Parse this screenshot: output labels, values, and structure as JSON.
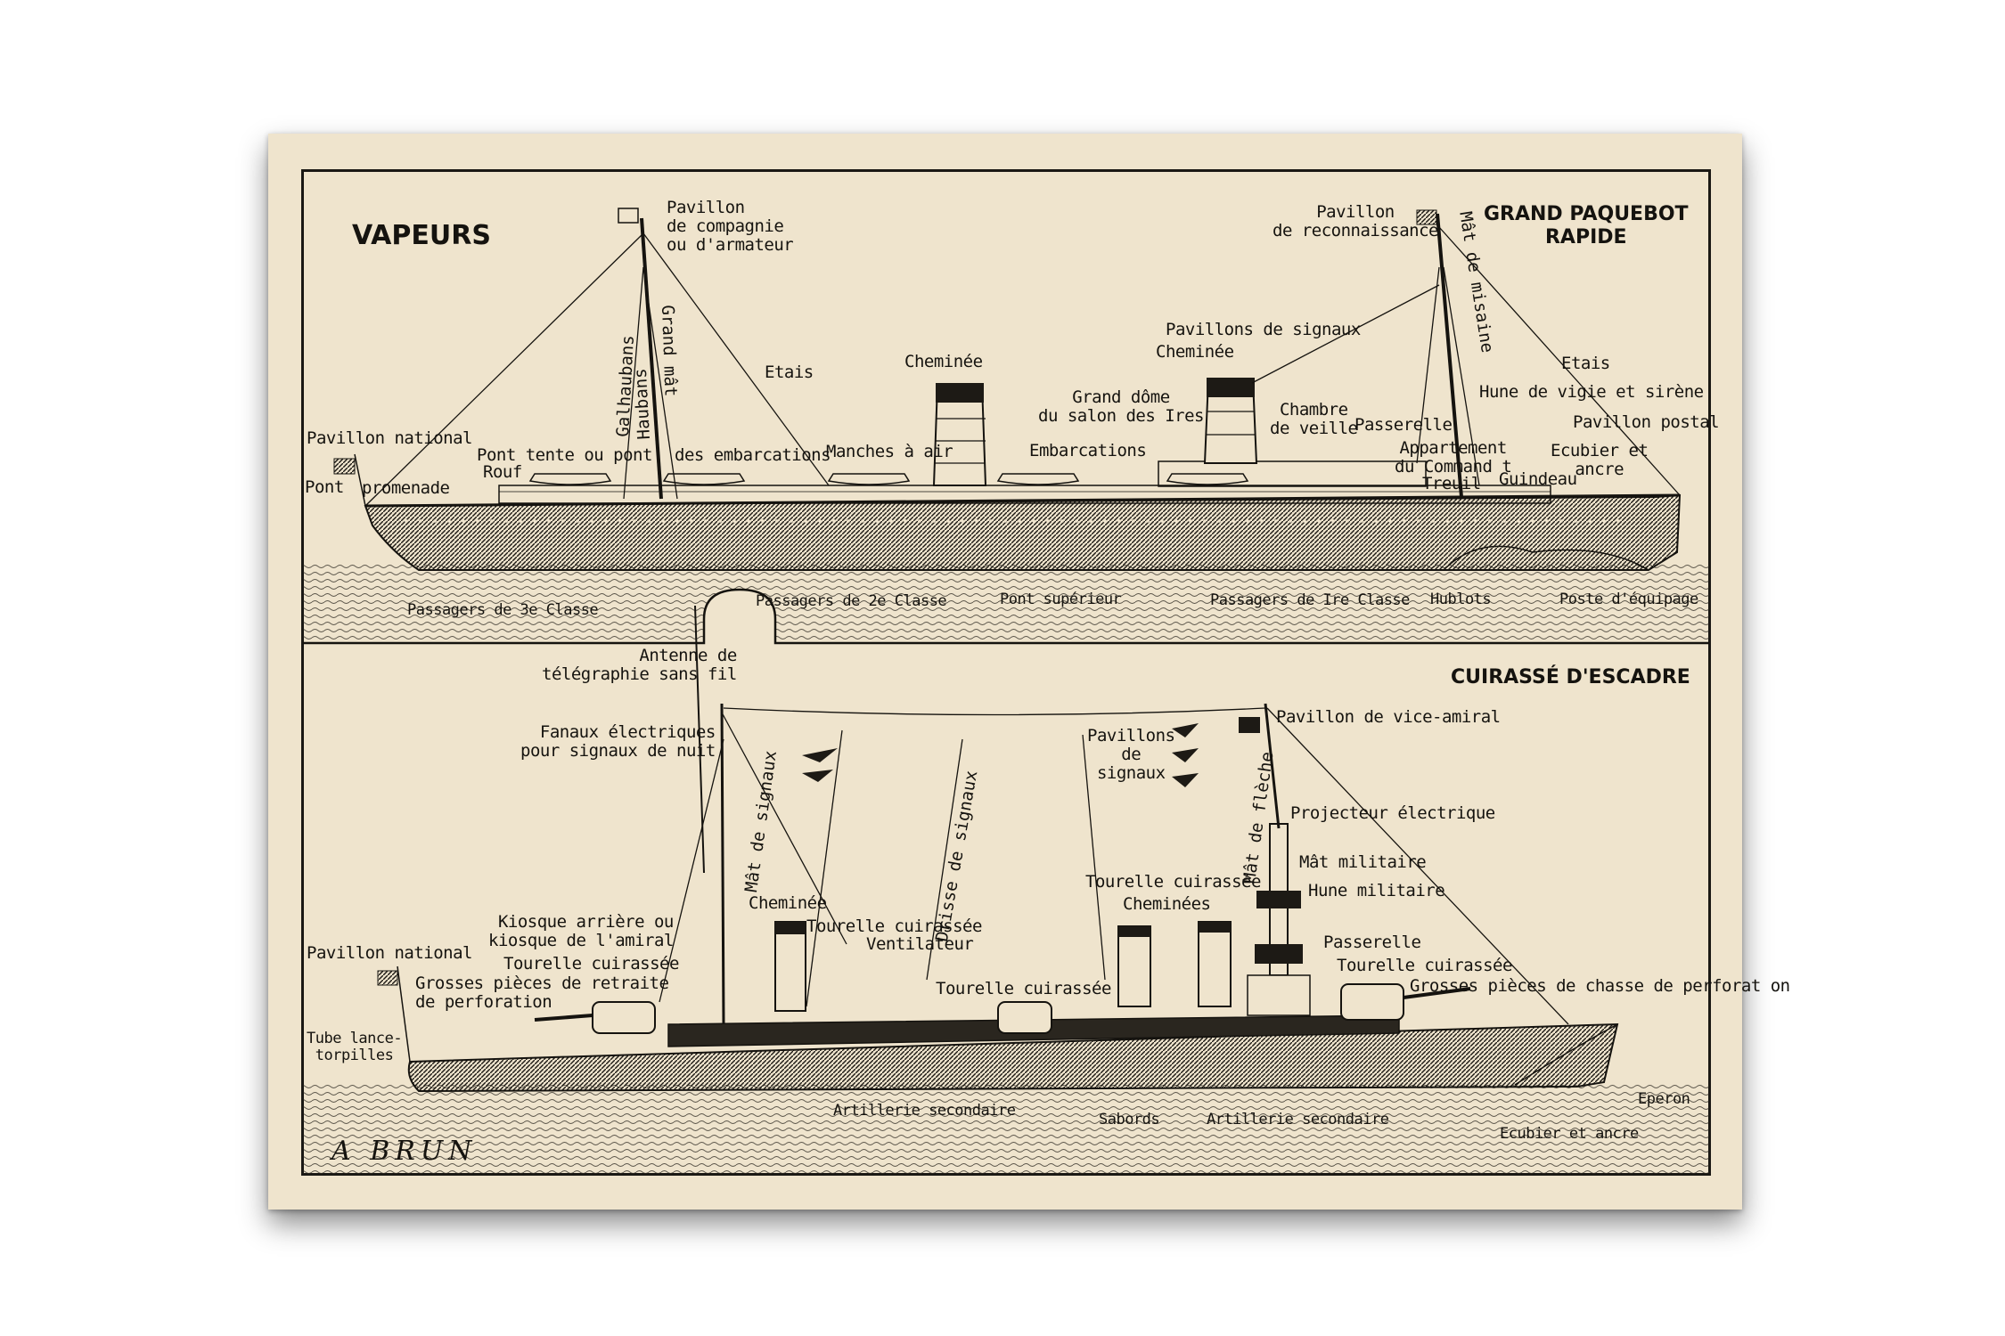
{
  "titles": {
    "vapeurs": "VAPEURS",
    "paquebot": "GRAND PAQUEBOT\nRAPIDE",
    "cuirasse": "CUIRASSÉ D'ESCADRE"
  },
  "paquebot_labels": {
    "pavillon_compagnie": "Pavillon\nde compagnie\nou d'armateur",
    "pavillon_reconnaissance": "Pavillon\nde reconnaissance",
    "etais_left": "Etais",
    "cheminee_1": "Cheminée",
    "pavillons_signaux": "Pavillons de signaux",
    "cheminee_2": "Cheminée",
    "grand_dome": "Grand dôme\ndu salon des Ires",
    "chambre_veille": "Chambre\nde veille",
    "passerelle": "Passerelle",
    "etais_right": "Etais",
    "hune_vigie": "Hune de vigie et sirène",
    "pavillon_postal": "Pavillon postal",
    "pavillon_national": "Pavillon national",
    "pont_tente": "Pont tente ou pont",
    "rouf": "Rouf",
    "des_embarcations": "des embarcations",
    "manches_air": "Manches à air",
    "embarcations": "Embarcations",
    "appartement": "Appartement\ndu Command t",
    "ecubier_ancre": "Ecubier et\nancre",
    "treuil": "Treuil",
    "guindeau": "Guindeau",
    "pont": "Pont",
    "promenade": "promenade",
    "passagers_3": "Passagers de 3e Classe",
    "passagers_2": "Passagers de 2e Classe",
    "pont_superieur": "Pont supérieur",
    "passagers_1": "Passagers de Ire Classe",
    "hublots": "Hublots",
    "poste_equipage": "Poste d'équipage",
    "galhaubans": "Galhaubans",
    "haubans": "Haubans",
    "grand_mat": "Grand mât",
    "mat_misaine": "Mât de misaine"
  },
  "cuirasse_labels": {
    "antenne": "Antenne de\ntélégraphie sans fil",
    "fanaux": "Fanaux électriques\npour signaux de nuit",
    "pavillons_signaux": "Pavillons\nde\nsignaux",
    "pavillon_vice_amiral": "Pavillon de vice-amiral",
    "projecteur": "Projecteur électrique",
    "mat_militaire": "Mât militaire",
    "hune_militaire": "Hune militaire",
    "tourelle_cuirassee_top": "Tourelle cuirassée",
    "cheminees": "Cheminées",
    "passerelle": "Passerelle",
    "tourelle_cuirassee_right": "Tourelle cuirassée",
    "grosses_pieces_chasse": "Grosses pièces de chasse de perforat on",
    "cheminee": "Cheminée",
    "tourelle_cuirassee_mid": "Tourelle cuirassée",
    "ventilateur": "Ventilateur",
    "tourelle_cuirassee_low": "Tourelle cuirassée",
    "kiosque": "Kiosque arrière ou\nkiosque de l'amiral",
    "tourelle_cuirassee_left": "Tourelle cuirassée",
    "pavillon_national": "Pavillon national",
    "grosses_pieces_retraite": "Grosses pièces de retraite\nde perforation",
    "tube_lance": "Tube lance-\ntorpilles",
    "artillerie_left": "Artillerie secondaire",
    "sabords": "Sabords",
    "artillerie_right": "Artillerie secondaire",
    "eperon": "Eperon",
    "ecubier_ancre": "Ecubier et ancre",
    "mat_signaux": "Mât de signaux",
    "drisse_signaux": "Drisse de signaux",
    "mat_fleche": "Mât de flèche"
  },
  "signature": "A BRUN",
  "colors": {
    "paper": "#efe4cd",
    "ink": "#15130f"
  }
}
